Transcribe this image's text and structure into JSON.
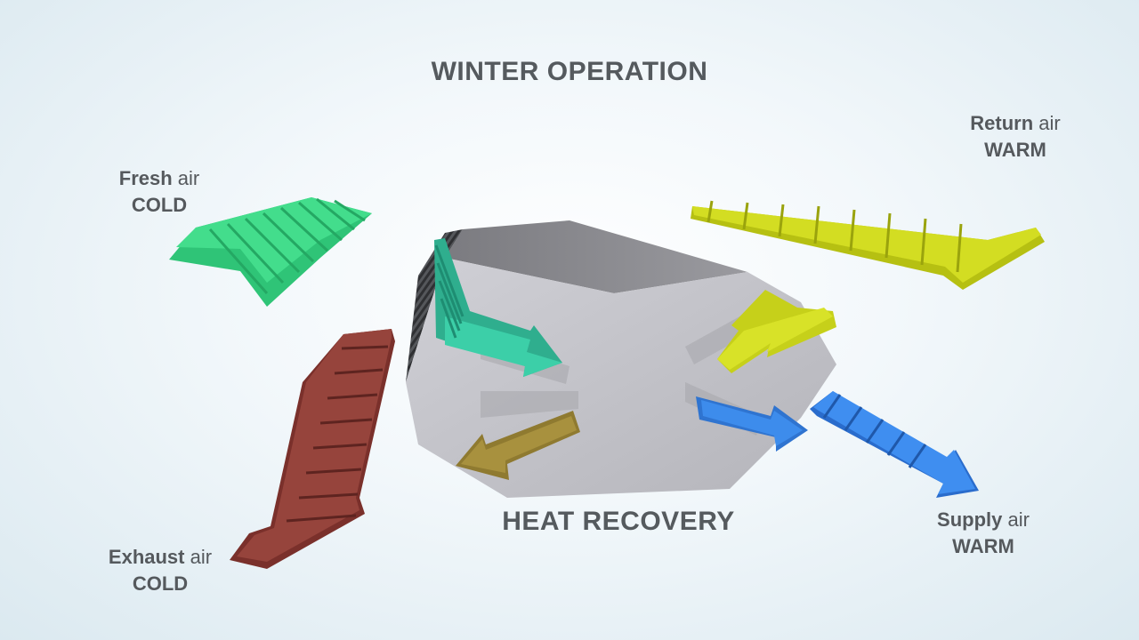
{
  "diagram": {
    "title": "WINTER OPERATION",
    "unit_label": "HEAT RECOVERY"
  },
  "streams": {
    "fresh": {
      "name": "Fresh",
      "suffix": "air",
      "temperature": "COLD",
      "color": "#3fd884"
    },
    "return": {
      "name": "Return",
      "suffix": "air",
      "temperature": "WARM",
      "color": "#c9d317"
    },
    "exhaust": {
      "name": "Exhaust",
      "suffix": "air",
      "temperature": "COLD",
      "color": "#8a3a34"
    },
    "supply": {
      "name": "Supply",
      "suffix": "air",
      "temperature": "WARM",
      "color": "#3a86e8"
    }
  },
  "colors": {
    "unit_body": "#bcbcc2",
    "unit_top": "#8c8c90",
    "inner_teal": "#37c7a4",
    "inner_olive": "#a08a3a"
  }
}
